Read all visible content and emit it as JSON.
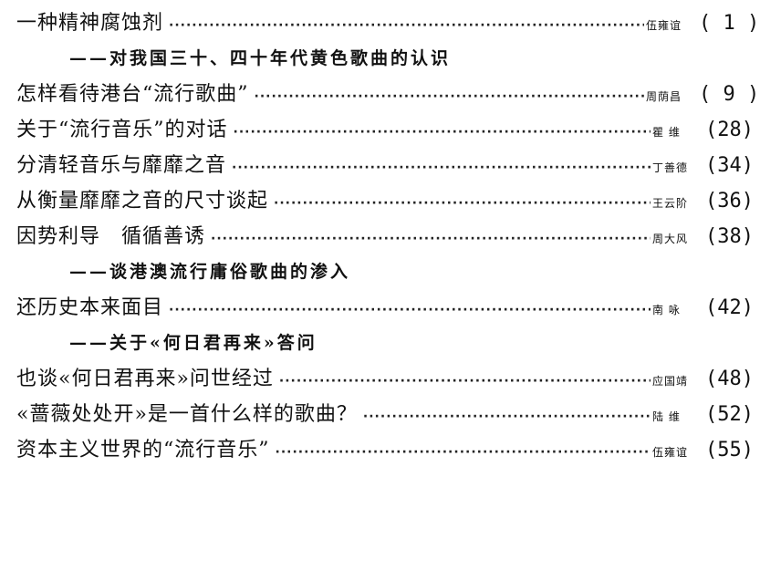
{
  "entries": [
    {
      "title": "一种精神腐蚀剂",
      "author": "伍雍谊",
      "page": "( 1 )",
      "subtitle": "——对我国三十、四十年代黄色歌曲的认识"
    },
    {
      "title": "怎样看待港台“流行歌曲”",
      "author": "周荫昌",
      "page": "( 9 )"
    },
    {
      "title": "关于“流行音乐”的对话",
      "author": "瞿 维",
      "page": "(28)"
    },
    {
      "title": "分清轻音乐与靡靡之音",
      "author": "丁善德",
      "page": "(34)"
    },
    {
      "title": "从衡量靡靡之音的尺寸谈起",
      "author": "王云阶",
      "page": "(36)"
    },
    {
      "title": "因势利导　循循善诱",
      "author": "周大风",
      "page": "(38)",
      "subtitle": "——谈港澳流行庸俗歌曲的渗入"
    },
    {
      "title": "还历史本来面目",
      "author": "南 咏",
      "page": "(42)",
      "subtitle": "——关于«何日君再来»答问"
    },
    {
      "title": "也谈«何日君再来»问世经过",
      "author": "应国靖",
      "page": "(48)"
    },
    {
      "title": "«蔷薇处处开»是一首什么样的歌曲？",
      "author": "陆 维",
      "page": "(52)"
    },
    {
      "title": "资本主义世界的“流行音乐”",
      "author": "伍雍谊",
      "page": "(55)"
    }
  ]
}
